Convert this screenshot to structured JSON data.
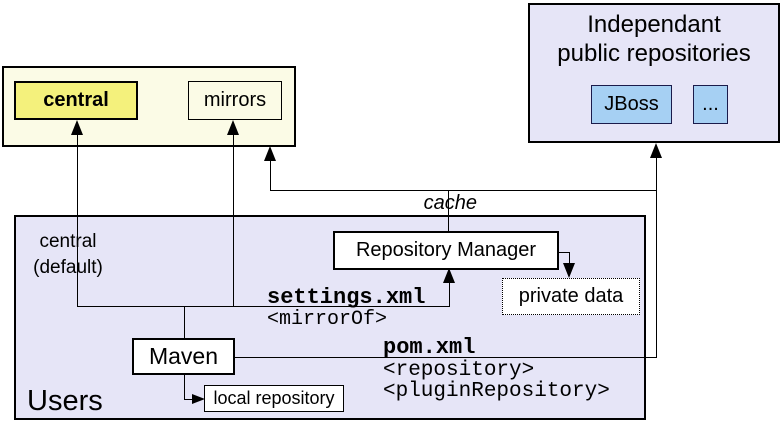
{
  "colors": {
    "background": "#ffffff",
    "lavender_fill": "#e6e5f7",
    "cream_fill": "#fbfbe6",
    "yellow_fill": "#f4f17c",
    "blue_fill": "#a6d0f3",
    "line_color": "#000000",
    "text_color": "#000000"
  },
  "public_group": {
    "central_label": "central",
    "mirrors_label": "mirrors"
  },
  "independent_repos": {
    "title_lines": [
      "Independant",
      "public repositories"
    ],
    "jboss_label": "JBoss",
    "more_label": "..."
  },
  "users_group": {
    "title": "Users",
    "central_default_lines": [
      "central",
      "(default)"
    ],
    "repository_manager_label": "Repository Manager",
    "private_data_label": "private data",
    "maven_label": "Maven",
    "local_repository_label": "local repository"
  },
  "annotations": {
    "cache": "cache",
    "settings_file": "settings.xml",
    "mirror_of_tag": "<mirrorOf>",
    "pom_file": "pom.xml",
    "repository_tag": "<repository>",
    "plugin_repository_tag": "<pluginRepository>"
  }
}
